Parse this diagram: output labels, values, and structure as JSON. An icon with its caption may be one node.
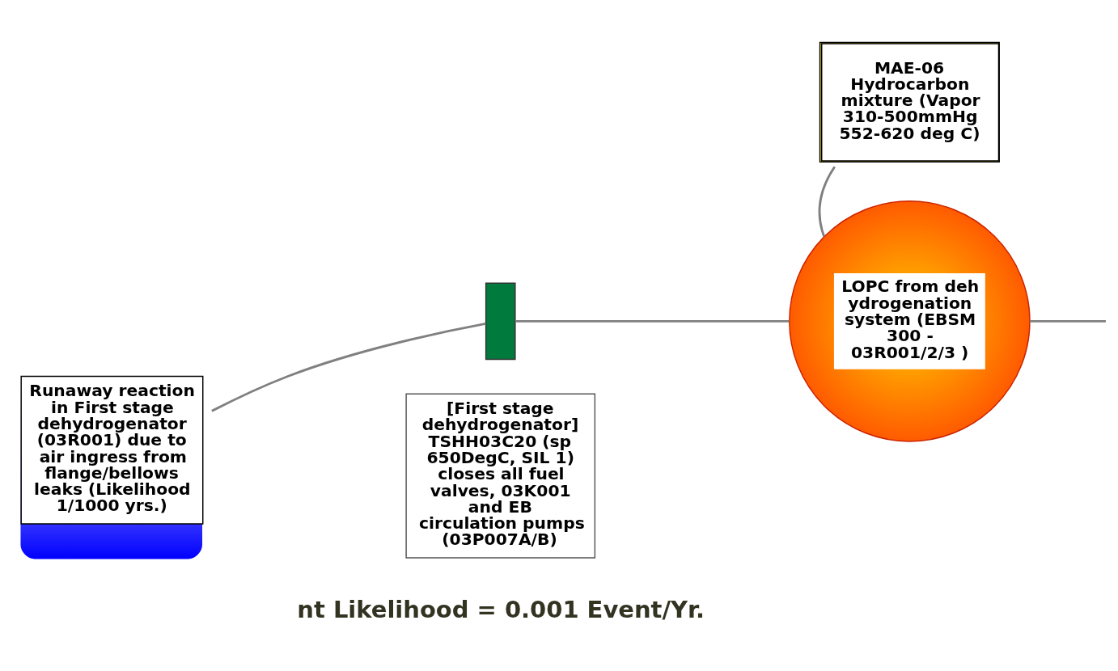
{
  "diagram": {
    "nodes": [
      {
        "text": [
          "Runaway reaction in First stage dehydrogenator (03R001) due to air ingress from flange/bellows leaks (Likelihood 1/1000 yrs.)"
        ]
      },
      {
        "text": [
          "MAE-06 Hydrocarbon mixture (Vapor 310-500mmHg 552-620 deg C)"
        ]
      },
      {
        "text": [],
        "shape": "bar"
      },
      {
        "text": [
          "[First stage dehydrogenator] TSHH03C20 (sp 650DegC, SIL 1) closes all fuel valves, 03K001 and EB circulation pumps (03P007A/B)"
        ]
      },
      {
        "text": [
          "LOPC from dehydrogenation system (EBSM 300 - 03R001/2/3 )"
        ]
      }
    ],
    "edges": [
      {
        "from": 0,
        "to": 2,
        "arrow": "none"
      },
      {
        "from": 2,
        "to": 4,
        "arrow": "none"
      },
      {
        "from": 1,
        "to": 4,
        "arrow": "none"
      },
      {
        "from": 4,
        "to": null,
        "arrow": "none"
      }
    ],
    "labels": [
      "nt Likelihood = 0.001 Event/Yr."
    ]
  }
}
